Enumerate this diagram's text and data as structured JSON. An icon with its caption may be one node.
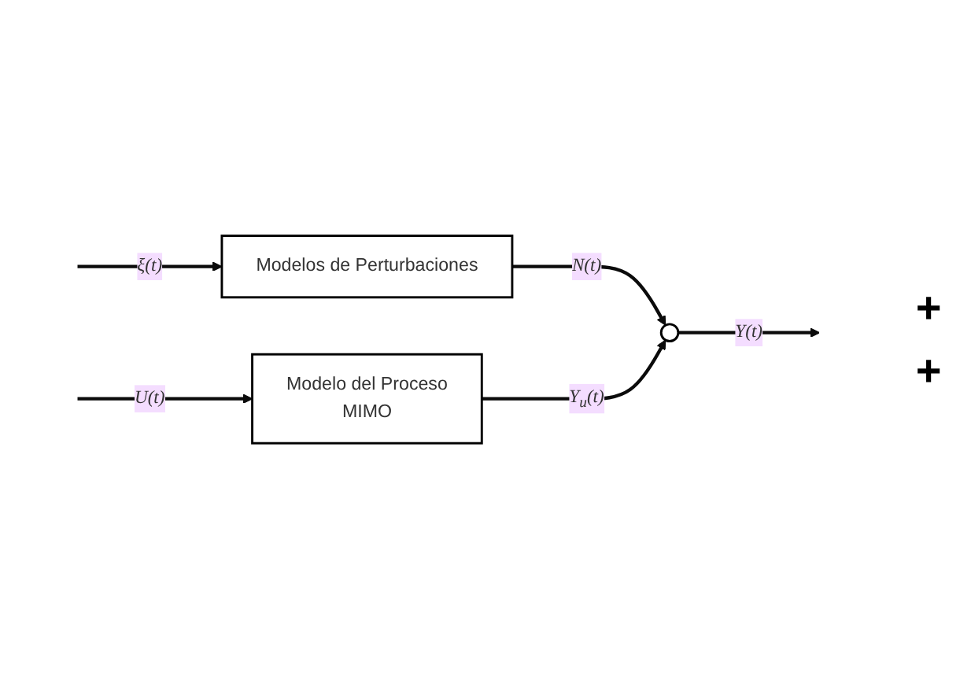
{
  "diagram": {
    "nodes": [
      {
        "text": [
          "Modelos de Perturbaciones"
        ]
      },
      {
        "text": [
          "Modelo del Proceso",
          "MIMO"
        ]
      },
      {
        "text": [],
        "shape": "circle"
      }
    ],
    "edges": [
      {
        "from": null,
        "to": 0,
        "arrow": "to",
        "label": "ξ(t)"
      },
      {
        "from": null,
        "to": 1,
        "arrow": "to",
        "label": "U(t)"
      },
      {
        "from": 0,
        "to": 2,
        "arrow": "to",
        "label": "N(t)"
      },
      {
        "from": 1,
        "to": 2,
        "arrow": "to",
        "label": "Y$_{u}$(t)"
      },
      {
        "from": 2,
        "to": null,
        "arrow": "to",
        "label": "Y(t)"
      }
    ],
    "labels": [
      "+",
      "+"
    ]
  }
}
